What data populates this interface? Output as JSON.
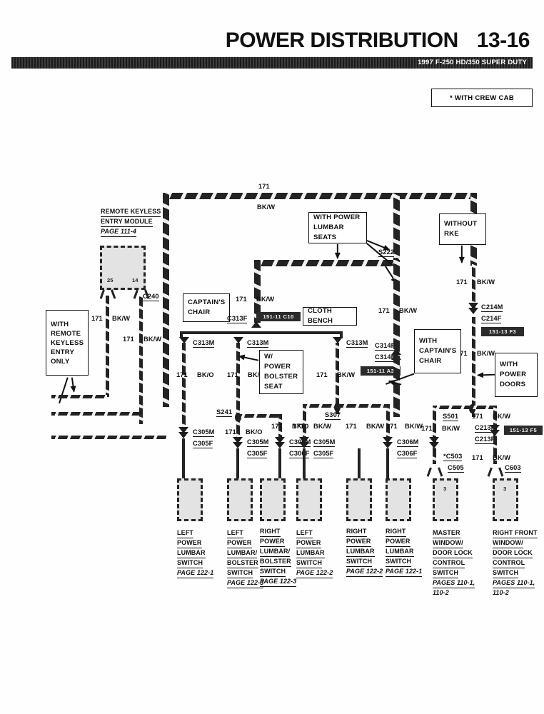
{
  "header": {
    "title": "POWER DISTRIBUTION",
    "page_number": "13-16",
    "subtitle": "1997 F-250 HD/350 SUPER DUTY",
    "note_box": "*  WITH CREW CAB"
  },
  "modules": {
    "rke": {
      "name_line1": "REMOTE KEYLESS",
      "name_line2": "ENTRY MODULE",
      "page": "PAGE 111-4",
      "pin_left": "25",
      "pin_right": "14",
      "connector": "C240"
    }
  },
  "annotation_boxes": [
    {
      "id": "with-rke-only",
      "lines": [
        "WITH",
        "REMOTE",
        "KEYLESS",
        "ENTRY",
        "ONLY"
      ]
    },
    {
      "id": "captains-chair",
      "lines": [
        "CAPTAIN'S",
        "CHAIR"
      ]
    },
    {
      "id": "cloth-bench",
      "lines": [
        "CLOTH BENCH"
      ]
    },
    {
      "id": "with-power-lumbar",
      "lines": [
        "WITH POWER",
        "LUMBAR SEATS"
      ]
    },
    {
      "id": "without-rke",
      "lines": [
        "WITHOUT",
        "RKE"
      ]
    },
    {
      "id": "with-captains-chair",
      "lines": [
        "WITH",
        "CAPTAIN'S",
        "CHAIR"
      ]
    },
    {
      "id": "with-power-doors",
      "lines": [
        "WITH",
        "POWER",
        "DOORS"
      ]
    },
    {
      "id": "w-power-bolster-seat",
      "lines": [
        "W/ POWER",
        "BOLSTER",
        "SEAT"
      ]
    }
  ],
  "wire_labels": {
    "top_bus_number": "171",
    "top_bus_color": "BK/W",
    "rke_left": {
      "number": "171",
      "color": "BK/W"
    },
    "rke_right": {
      "number": "171",
      "color": "BK/W"
    },
    "mid_bus_drop": {
      "number": "171",
      "color": "BK/W"
    },
    "s222_drop": {
      "number": "171",
      "color": "BK/W"
    },
    "without_rke_drop": {
      "number": "171",
      "color": "BK/W"
    },
    "power_doors_drop": {
      "number": "171",
      "color": "BK/W"
    },
    "branch1": {
      "number": "171",
      "color": "BK/O"
    },
    "branch2": {
      "number": "171",
      "color": "BK/O"
    },
    "branch3": {
      "number": "171",
      "color": "BK/W"
    },
    "s241_left": {
      "number": "171",
      "color": "BK/O"
    },
    "s241_right": {
      "number": "171",
      "color": "BK/O"
    },
    "s307_left": {
      "number": "171",
      "color": "BK/W"
    },
    "s307_right": {
      "number": "171",
      "color": "BK/W"
    },
    "col6": {
      "number": "171",
      "color": "BK/W"
    },
    "master_sw": {
      "number": "171",
      "color": "BK/W"
    },
    "s501_right": {
      "number": "171",
      "color": "BK/W"
    },
    "rf_lower": {
      "number": "171",
      "color": "BK/W"
    }
  },
  "splices": [
    {
      "id": "S222"
    },
    {
      "id": "S241"
    },
    {
      "id": "S307"
    },
    {
      "id": "S501"
    }
  ],
  "connectors": {
    "c240": "C240",
    "c313f": "C313F",
    "c313m_a": "C313M",
    "c313m_b": "C313M",
    "c313m_c": "C313M",
    "c314f": "C314F",
    "c314m": "C314M",
    "c214m": "C214M",
    "c214f": "C214F",
    "c213m": "C213M",
    "c213f": "C213F",
    "c305m_1": "C305M",
    "c305f_1": "C305F",
    "c305m_2": "C305M",
    "c305f_2": "C305F",
    "c306m_1": "C306M",
    "c306f_1": "C306F",
    "c305m_3": "C305M",
    "c305f_3": "C305F",
    "c306m_2": "C306M",
    "c306f_2": "C306F",
    "c306m_3": "C306M",
    "c306f_3": "C306F",
    "c503": "*C503",
    "c505": "C505",
    "c603": "C603"
  },
  "chips": [
    {
      "id": "chip-c10",
      "text": "151-11 C10"
    },
    {
      "id": "chip-a3",
      "text": "151-11 A3"
    },
    {
      "id": "chip-f3",
      "text": "151-13 F3"
    },
    {
      "id": "chip-f5",
      "text": "151-13 F5"
    }
  ],
  "components": [
    {
      "id": "left-power-lumbar-switch-1",
      "lines": [
        "LEFT",
        "POWER",
        "LUMBAR",
        "SWITCH"
      ],
      "page": "PAGE 122-1",
      "pin": ""
    },
    {
      "id": "left-power-lumbar-bolster-switch",
      "lines": [
        "LEFT",
        "POWER",
        "LUMBAR/",
        "BOLSTER",
        "SWITCH"
      ],
      "page": "PAGE 122-3",
      "pin": ""
    },
    {
      "id": "right-power-lumbar-bolster-switch",
      "lines": [
        "RIGHT",
        "POWER",
        "LUMBAR/",
        "BOLSTER",
        "SWITCH"
      ],
      "page": "PAGE 122-3",
      "pin": ""
    },
    {
      "id": "left-power-lumbar-switch-2",
      "lines": [
        "LEFT",
        "POWER",
        "LUMBAR",
        "SWITCH"
      ],
      "page": "PAGE 122-2",
      "pin": ""
    },
    {
      "id": "right-power-lumbar-switch-1",
      "lines": [
        "RIGHT",
        "POWER",
        "LUMBAR",
        "SWITCH"
      ],
      "page": "PAGE 122-2",
      "pin": ""
    },
    {
      "id": "right-power-lumbar-switch-2",
      "lines": [
        "RIGHT",
        "POWER",
        "LUMBAR",
        "SWITCH"
      ],
      "page": "PAGE 122-1",
      "pin": ""
    },
    {
      "id": "master-window-door-lock-control-switch",
      "lines": [
        "MASTER",
        "WINDOW/",
        "DOOR LOCK",
        "CONTROL",
        "SWITCH"
      ],
      "page": "PAGES 110-1,",
      "page2": "110-2",
      "pin": "3"
    },
    {
      "id": "right-front-window-door-lock-control-switch",
      "lines": [
        "RIGHT FRONT",
        "WINDOW/",
        "DOOR LOCK",
        "CONTROL",
        "SWITCH"
      ],
      "page": "PAGES 110-1,",
      "page2": "110-2",
      "pin": "3"
    }
  ]
}
